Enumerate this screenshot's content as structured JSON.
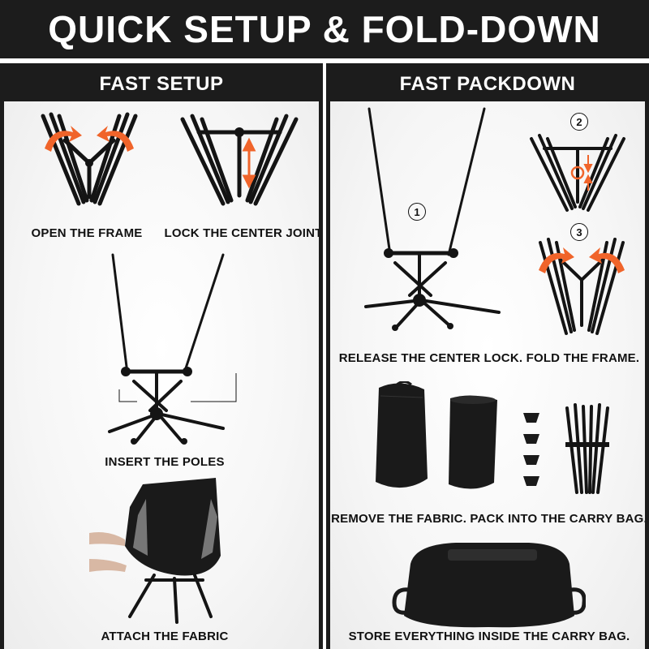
{
  "title": "QUICK SETUP & FOLD-DOWN",
  "colors": {
    "dark": "#1c1c1c",
    "accent": "#f0642a",
    "frame": "#141414",
    "fabric": "#1a1a1a",
    "mesh": "#777777"
  },
  "left": {
    "header": "FAST SETUP",
    "steps": {
      "open": "OPEN THE FRAME",
      "lock": "LOCK THE CENTER JOINT",
      "poles": "INSERT THE POLES",
      "fabric": "ATTACH THE FABRIC"
    }
  },
  "right": {
    "header": "FAST PACKDOWN",
    "markers": {
      "one": "1",
      "two": "2",
      "three": "3"
    },
    "steps": {
      "release": "RELEASE THE CENTER LOCK. FOLD THE FRAME.",
      "remove": "REMOVE THE FABRIC. PACK INTO THE CARRY BAG.",
      "store": "STORE EVERYTHING INSIDE THE CARRY BAG."
    }
  }
}
